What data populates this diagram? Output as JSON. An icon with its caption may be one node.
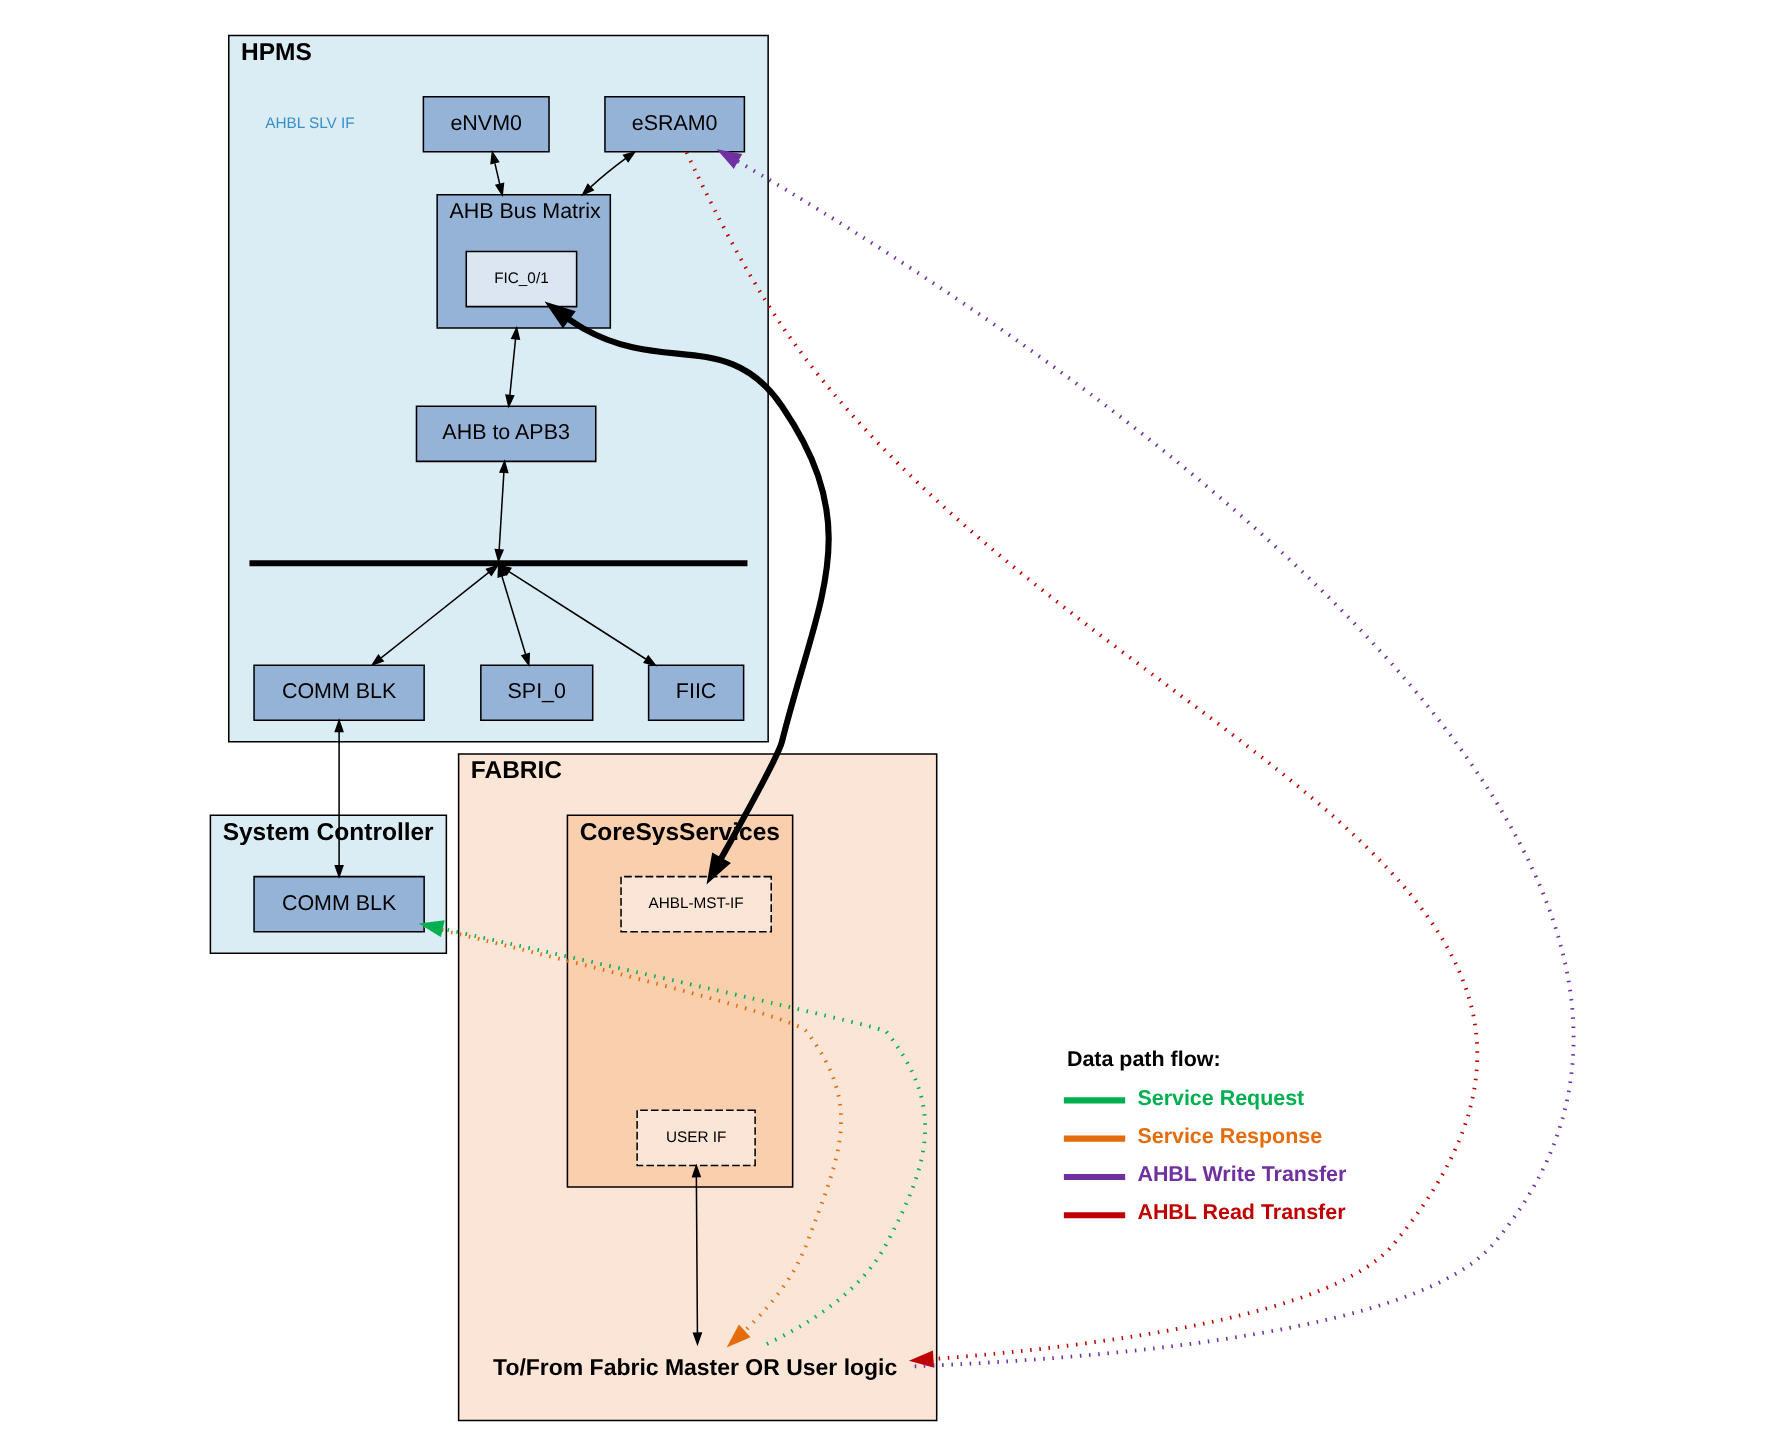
{
  "diagram": {
    "nodes": [
      {
        "text": [
          "HPMS"
        ]
      },
      {
        "text": [
          "eSRAM0"
        ],
        "in": 0
      },
      {
        "text": [
          "eNVM0"
        ],
        "in": 0
      },
      {
        "text": [
          "AHB Bus Matrix"
        ],
        "in": 0
      },
      {
        "text": [
          "FIC_0/1"
        ],
        "in": 3
      },
      {
        "text": [
          "AHB to APB3"
        ],
        "in": 0
      },
      {
        "text": [],
        "shape": "bar",
        "in": 0
      },
      {
        "text": [
          "COMM BLK"
        ],
        "in": 0
      },
      {
        "text": [
          "SPI_0"
        ],
        "in": 0
      },
      {
        "text": [
          "FIIC"
        ],
        "in": 0
      },
      {
        "text": [
          "System Controller"
        ]
      },
      {
        "text": [
          "COMM BLK"
        ],
        "in": 10
      },
      {
        "text": [
          "FABRIC"
        ]
      },
      {
        "text": [
          "CoreSysServices"
        ],
        "in": 12
      },
      {
        "text": [
          "AHBL-MST-IF"
        ],
        "in": 13
      },
      {
        "text": [
          "USER IF"
        ],
        "in": 13
      },
      {
        "text": [
          "To/From Fabric Master OR User logic"
        ],
        "in": 12
      }
    ],
    "edges": [
      {
        "from": 1,
        "to": 3,
        "arrow": "both"
      },
      {
        "from": 2,
        "to": 3,
        "arrow": "both"
      },
      {
        "from": 3,
        "to": 5,
        "arrow": "both"
      },
      {
        "from": 5,
        "to": 6,
        "arrow": "both"
      },
      {
        "from": 6,
        "to": 7,
        "arrow": "both"
      },
      {
        "from": 6,
        "to": 8,
        "arrow": "both"
      },
      {
        "from": 6,
        "to": 9,
        "arrow": "both"
      },
      {
        "from": 7,
        "to": 11,
        "arrow": "both"
      },
      {
        "from": 4,
        "to": 14,
        "arrow": "both",
        "style": "thick"
      },
      {
        "from": 15,
        "to": 16,
        "arrow": "both"
      },
      {
        "from": 16,
        "to": 11,
        "arrow": "to",
        "style": "dashed",
        "color": "#00b050"
      },
      {
        "from": 11,
        "to": 16,
        "arrow": "to",
        "style": "dashed",
        "color": "#e46c0a"
      },
      {
        "from": 16,
        "to": 1,
        "arrow": "to",
        "style": "dashed",
        "color": "#7030a0"
      },
      {
        "from": 1,
        "to": 16,
        "arrow": "to",
        "style": "dashed",
        "color": "#c00000"
      }
    ],
    "labels": [
      "AHBL SLV IF",
      "Data path flow:"
    ],
    "legend": [
      {
        "text": "Service Request",
        "color": "#00b050"
      },
      {
        "text": "Service Response",
        "color": "#e46c0a"
      },
      {
        "text": "AHBL Write Transfer",
        "color": "#7030a0"
      },
      {
        "text": "AHBL Read Transfer",
        "color": "#c00000"
      }
    ]
  }
}
